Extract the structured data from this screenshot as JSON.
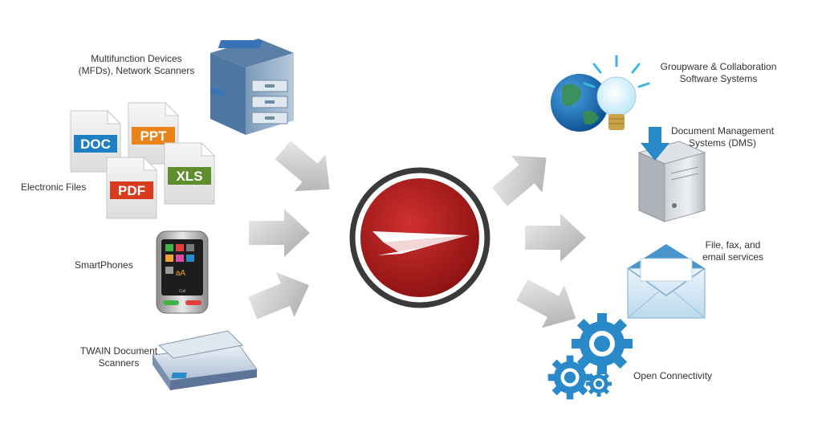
{
  "sources": {
    "mfd": {
      "line1": "Multifunction Devices",
      "line2": "(MFDs), Network Scanners",
      "icon": "printer-icon"
    },
    "files": {
      "label": "Electronic  Files",
      "docs": [
        {
          "text": "DOC",
          "color": "#1e7fc2"
        },
        {
          "text": "PPT",
          "color": "#e8841a"
        },
        {
          "text": "PDF",
          "color": "#d83b1e"
        },
        {
          "text": "XLS",
          "color": "#5f8e2f"
        }
      ]
    },
    "phones": {
      "label": "SmartPhones",
      "icon": "smartphone-icon",
      "key_label": "Call",
      "key_text": "aA"
    },
    "twain": {
      "line1": "TWAIN Document",
      "line2": "Scanners",
      "icon": "flatbed-scanner-icon"
    }
  },
  "hub": {
    "icon": "paper-plane-logo-icon",
    "color": "#b11d1d"
  },
  "destinations": {
    "groupware": {
      "line1": "Groupware & Collaboration",
      "line2": "Software Systems",
      "icon": "globe-lightbulb-icon"
    },
    "dms": {
      "line1": "Document Management",
      "line2": "Systems (DMS)",
      "icon": "server-download-icon"
    },
    "email": {
      "line1": "File, fax, and",
      "line2": "email services",
      "icon": "envelope-icon"
    },
    "connect": {
      "label": "Open Connectivity",
      "icon": "gears-icon"
    }
  },
  "colors": {
    "arrow": "#bcbcbc",
    "accent_blue": "#2a8ac9"
  }
}
